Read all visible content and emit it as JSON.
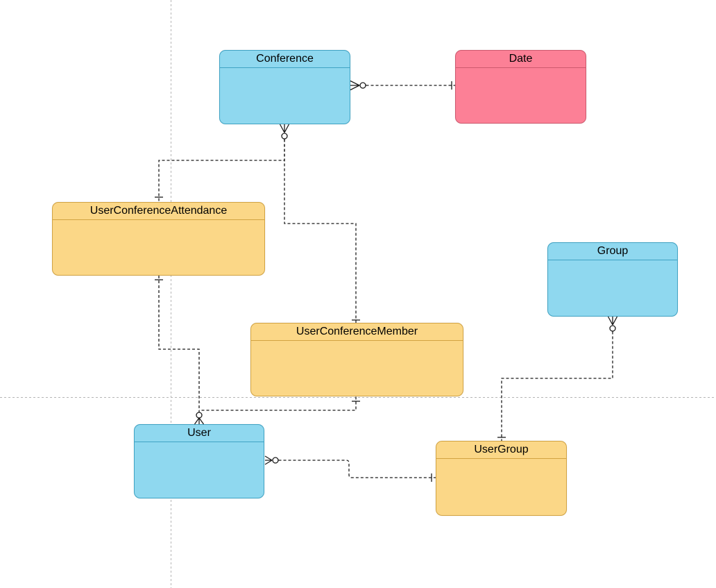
{
  "diagram": {
    "type": "entity-relationship",
    "notation": "crows-foot",
    "entities": [
      {
        "id": "conference",
        "label": "Conference",
        "color_scheme": "blue"
      },
      {
        "id": "date",
        "label": "Date",
        "color_scheme": "pink"
      },
      {
        "id": "user_conference_attendance",
        "label": "UserConferenceAttendance",
        "color_scheme": "yellow"
      },
      {
        "id": "group",
        "label": "Group",
        "color_scheme": "blue"
      },
      {
        "id": "user_conference_member",
        "label": "UserConferenceMember",
        "color_scheme": "yellow"
      },
      {
        "id": "user",
        "label": "User",
        "color_scheme": "blue"
      },
      {
        "id": "user_group",
        "label": "UserGroup",
        "color_scheme": "yellow"
      }
    ],
    "relationships": [
      {
        "from": "Conference",
        "to": "Date",
        "from_cardinality": "zero-or-many",
        "to_cardinality": "one",
        "line_style": "dashed"
      },
      {
        "from": "Conference",
        "to": "UserConferenceAttendance",
        "from_cardinality": "zero-or-many",
        "to_cardinality": "one",
        "line_style": "dashed"
      },
      {
        "from": "Conference",
        "to": "UserConferenceMember",
        "from_cardinality": "zero-or-many",
        "to_cardinality": "one",
        "line_style": "dashed"
      },
      {
        "from": "UserConferenceAttendance",
        "to": "User",
        "from_cardinality": "one",
        "to_cardinality": "zero-or-many",
        "line_style": "dashed"
      },
      {
        "from": "UserConferenceMember",
        "to": "User",
        "from_cardinality": "one",
        "to_cardinality": "zero-or-many",
        "line_style": "dashed"
      },
      {
        "from": "User",
        "to": "UserGroup",
        "from_cardinality": "zero-or-many",
        "to_cardinality": "one",
        "line_style": "dashed"
      },
      {
        "from": "Group",
        "to": "UserGroup",
        "from_cardinality": "zero-or-many",
        "to_cardinality": "one",
        "line_style": "dashed"
      }
    ],
    "colors": {
      "blue_fill": "#8FD8EF",
      "blue_stroke": "#3FA3C4",
      "pink_fill": "#FC8096",
      "pink_stroke": "#CE596E",
      "yellow_fill": "#FBD787",
      "yellow_stroke": "#D2A342",
      "edge_line": "#1a1a1a",
      "guide_line": "#b5b5b5",
      "title_text": "#000000",
      "background": "#ffffff"
    }
  }
}
